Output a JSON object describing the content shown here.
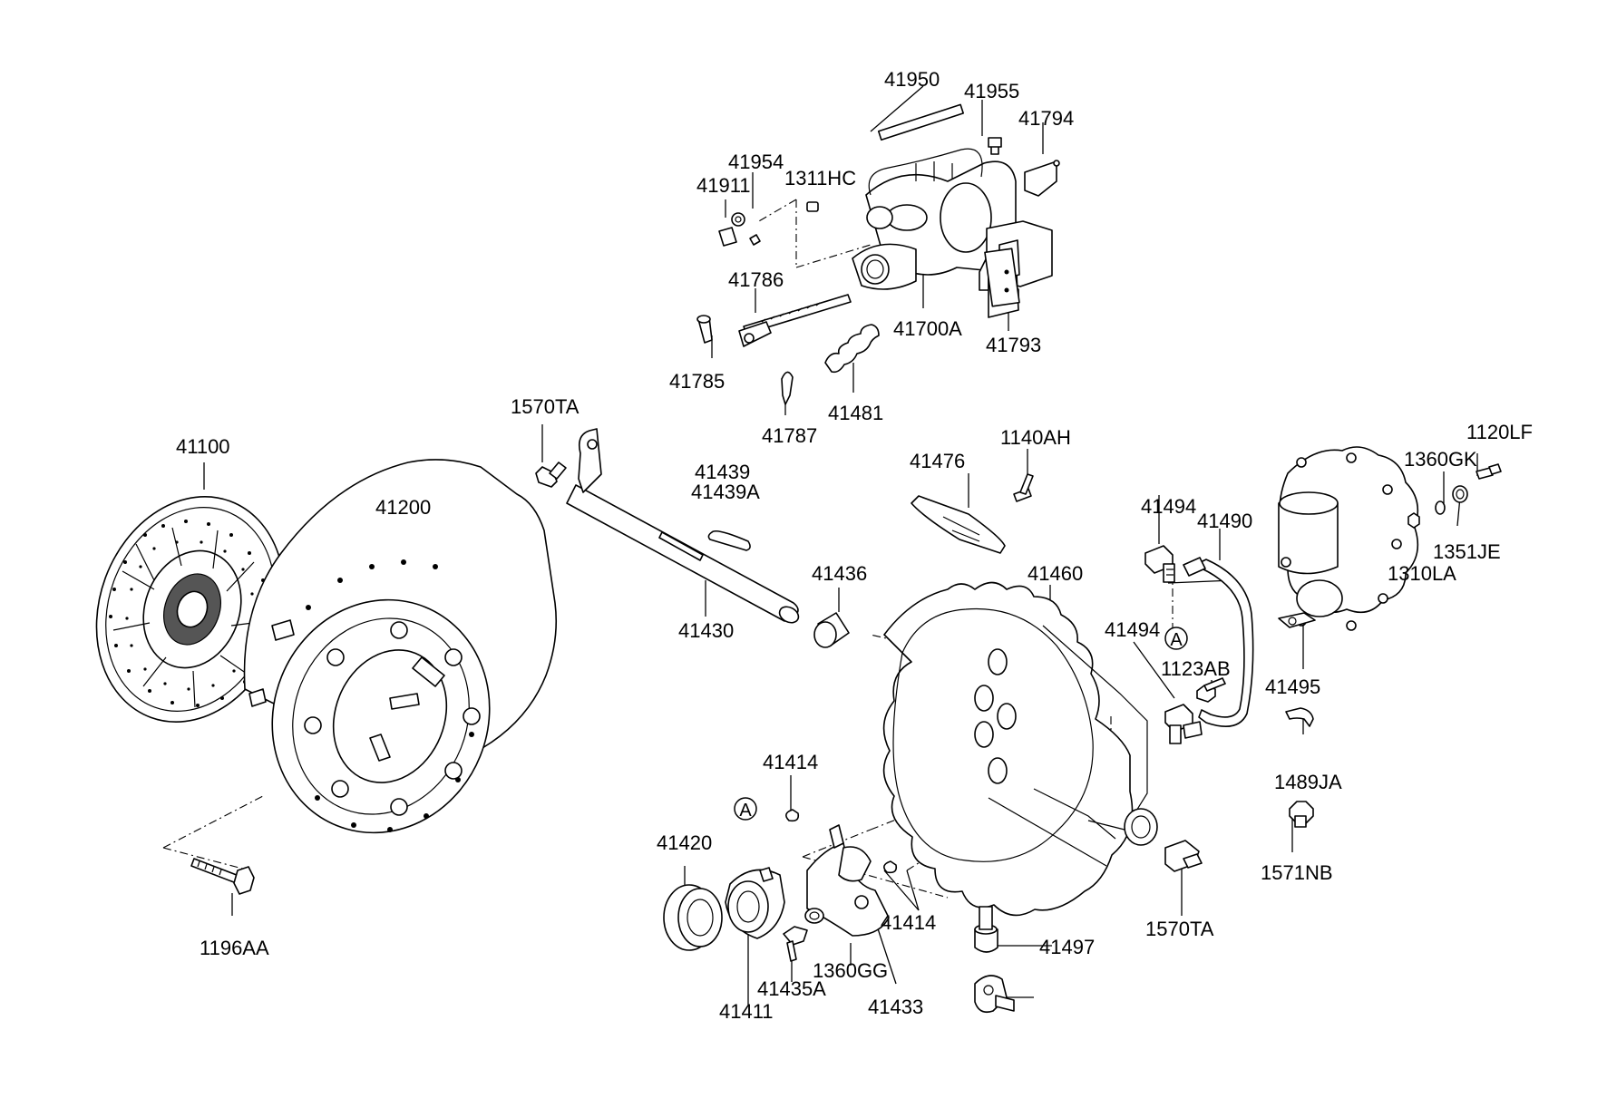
{
  "parts": {
    "p41950": "41950",
    "p41955": "41955",
    "p41794": "41794",
    "p41954": "41954",
    "p1311HC": "1311HC",
    "p41911": "41911",
    "p41786": "41786",
    "p41700A": "41700A",
    "p41793": "41793",
    "p41785": "41785",
    "p41481": "41481",
    "p41787": "41787",
    "p1570TA_top": "1570TA",
    "p41100": "41100",
    "p41200": "41200",
    "p41439": "41439",
    "p41439A": "41439A",
    "p41476": "41476",
    "p1140AH": "1140AH",
    "p41494_top": "41494",
    "p41490": "41490",
    "p1120LF": "1120LF",
    "p1360GK": "1360GK",
    "p1351JE": "1351JE",
    "p1310LA": "1310LA",
    "p41436": "41436",
    "p41460": "41460",
    "p41430": "41430",
    "p41494_mid": "41494",
    "p1123AB": "1123AB",
    "p41495": "41495",
    "p1489JA": "1489JA",
    "p41414_top": "41414",
    "p41420": "41420",
    "p41414_bot": "41414",
    "p1571NB": "1571NB",
    "p1570TA_bot": "1570TA",
    "p41497": "41497",
    "p1196AA": "1196AA",
    "p41435A": "41435A",
    "p1360GG": "1360GG",
    "p41433": "41433",
    "p41411": "41411"
  },
  "callouts": {
    "ref_a_top": "A",
    "ref_a_bot": "A"
  }
}
